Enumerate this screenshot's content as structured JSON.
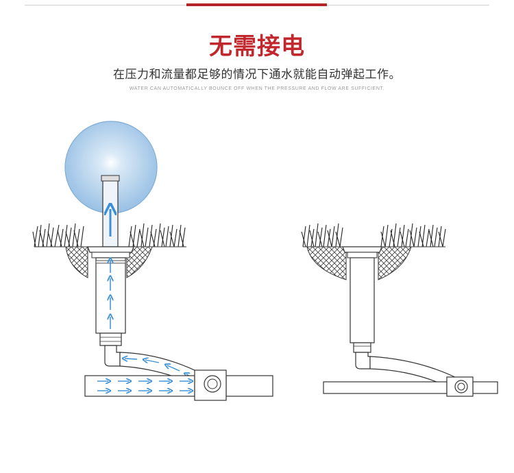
{
  "header": {
    "title": "无需接电",
    "subtitle": "在压力和流量都足够的情况下通水就能自动弹起工作。",
    "english": "WATER CAN AUTOMATICALLY BOUNCE OFF WHEN THE PRESSURE AND FLOW ARE SUFFICIENT."
  },
  "colors": {
    "accent": "#b4242a",
    "title": "#c1272d",
    "water_arrow": "#3a8fd6",
    "spray": "#9cc4e6",
    "line": "#333333"
  },
  "diagrams": {
    "left": {
      "state": "active-popped-up",
      "icon": "sprinkler-popup-with-water-flow"
    },
    "right": {
      "state": "inactive-retracted",
      "icon": "sprinkler-retracted"
    }
  }
}
